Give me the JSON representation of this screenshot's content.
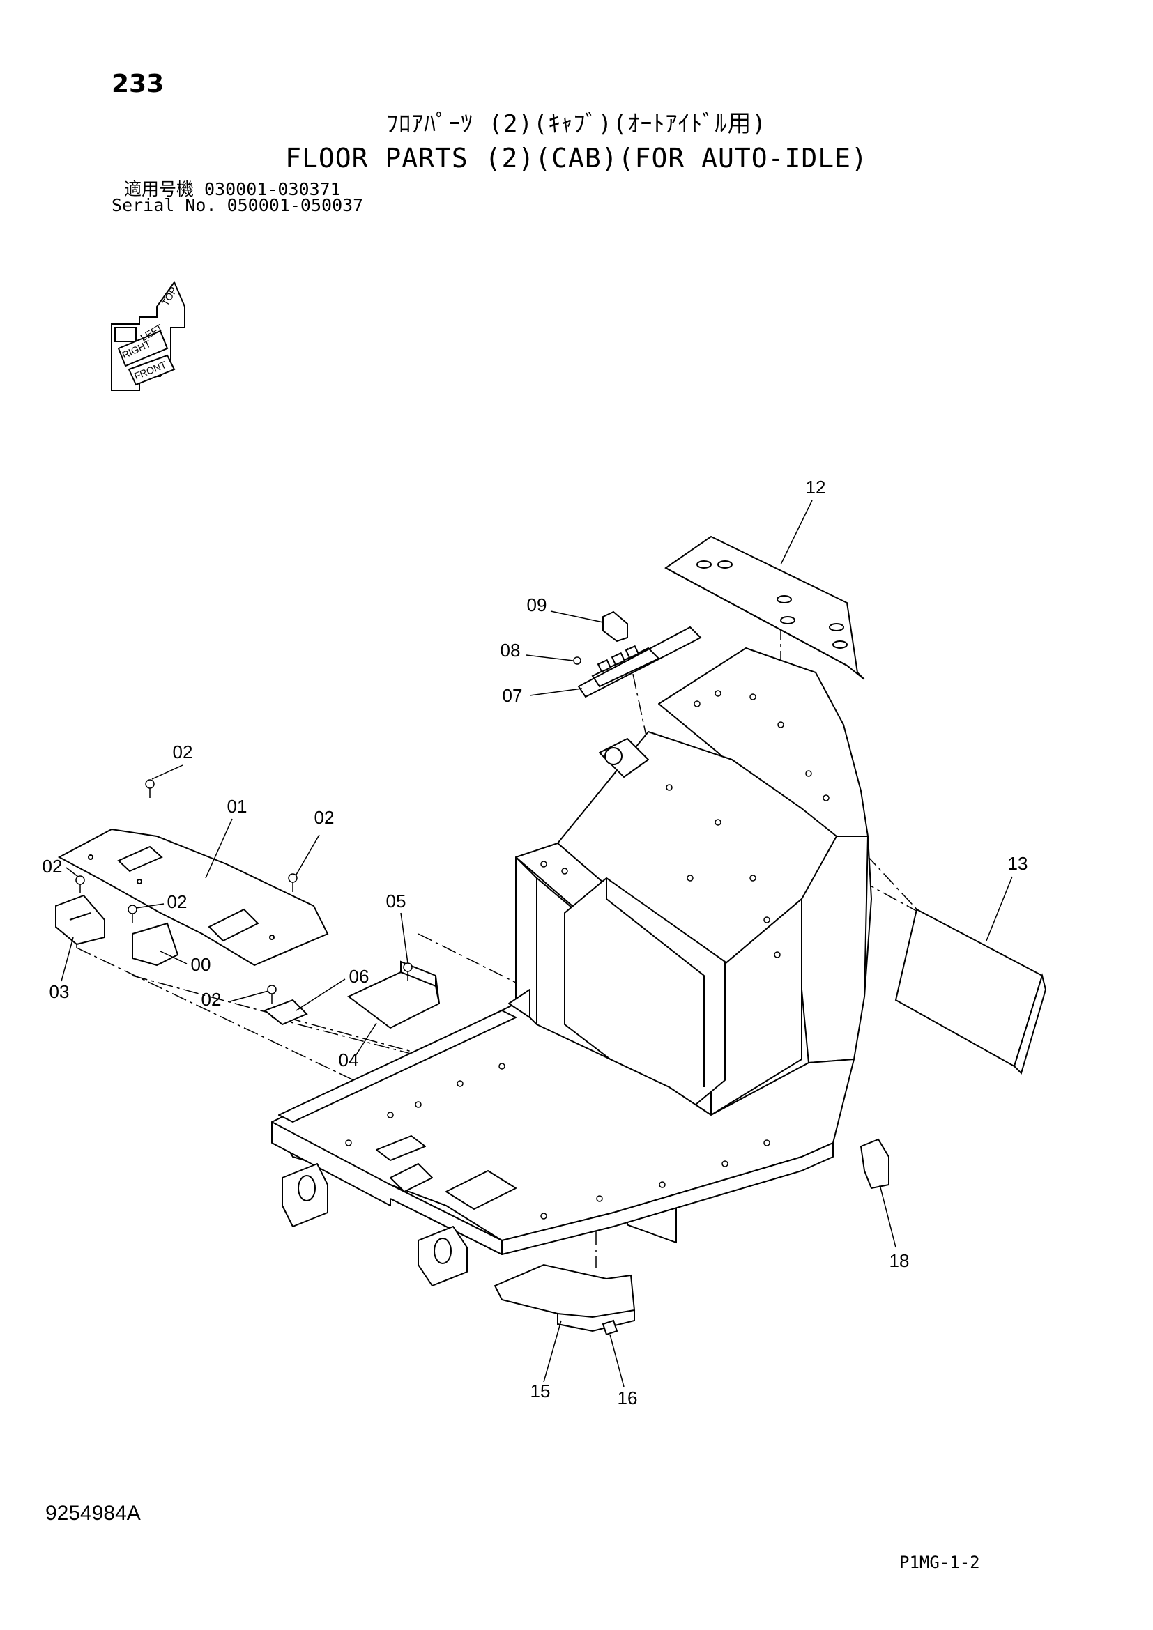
{
  "header": {
    "page_number": "233",
    "title_jp": "ﾌﾛｱﾊﾟｰﾂ (2)(ｷｬﾌﾞ)(ｵｰﾄｱｲﾄﾞﾙ用)",
    "title_en": "FLOOR PARTS (2)(CAB)(FOR AUTO-IDLE)",
    "serial_line_1": "適用号機  030001-030371",
    "serial_line_2": "Serial No. 050001-050037"
  },
  "orientation": {
    "labels": [
      "TOP",
      "LEFT",
      "RIGHT",
      "FRONT"
    ]
  },
  "callouts": [
    "12",
    "09",
    "08",
    "07",
    "02",
    "01",
    "02",
    "02",
    "02",
    "03",
    "00",
    "05",
    "02",
    "06",
    "04",
    "13",
    "18",
    "15",
    "16"
  ],
  "footer": {
    "document_id": "9254984A",
    "sheet_code": "P1MG-1-2"
  },
  "colors": {
    "line": "#000000",
    "paper": "#ffffff",
    "shade": "#e8e8e8"
  }
}
